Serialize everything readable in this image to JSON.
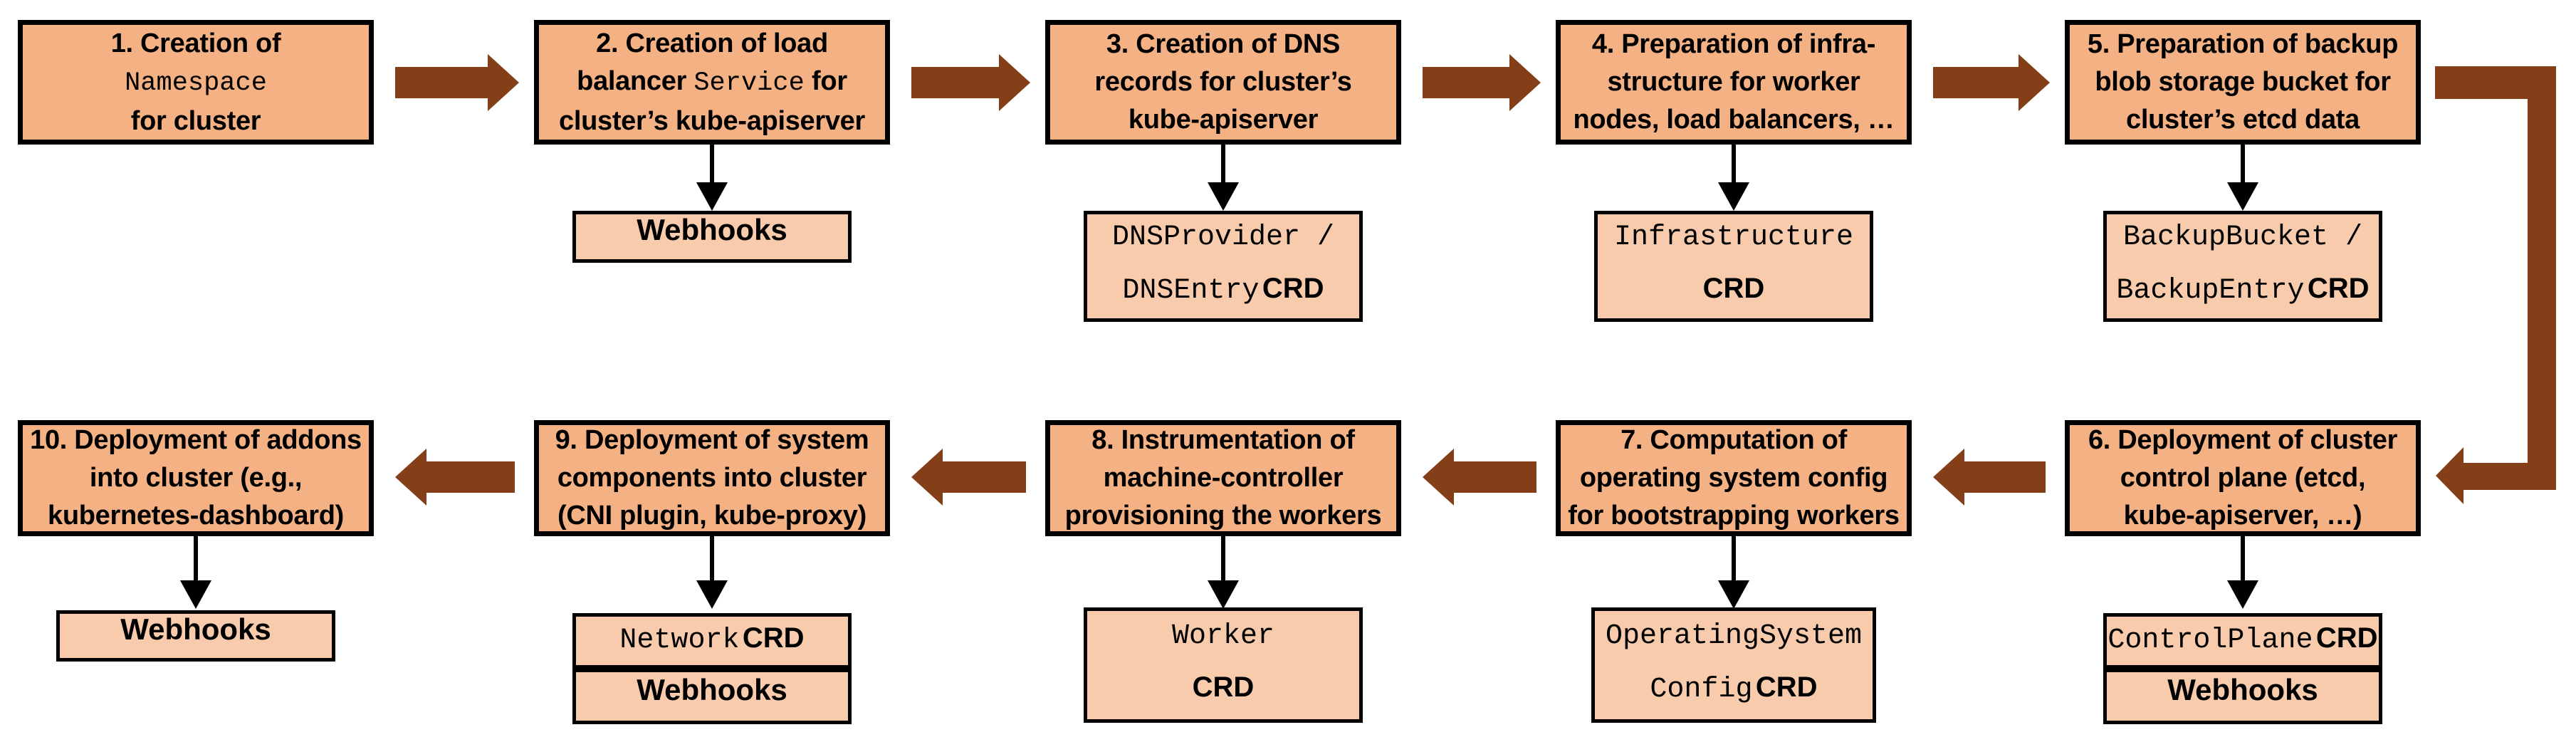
{
  "colors": {
    "main_box_fill": "#F4B183",
    "sub_box_fill": "#F8CBAD",
    "arrow": "#843F18",
    "border": "#000000"
  },
  "steps": [
    {
      "lines": [
        {
          "pre": "1. Creation of"
        },
        {
          "code": "Namespace"
        },
        {
          "pre": "for cluster"
        }
      ],
      "sub_boxes": []
    },
    {
      "lines": [
        {
          "pre": "2. Creation of load"
        },
        {
          "pre": "balancer",
          "code": "Service",
          "post": "for"
        },
        {
          "pre": "cluster’s kube-apiserver"
        }
      ],
      "sub_boxes": [
        {
          "lines": [
            {
              "label": "Webhooks"
            }
          ]
        }
      ]
    },
    {
      "lines": [
        {
          "pre": "3. Creation of DNS"
        },
        {
          "pre": "records for cluster’s"
        },
        {
          "pre": "kube-apiserver"
        }
      ],
      "sub_boxes": [
        {
          "lines": [
            {
              "code": "DNSProvider /"
            },
            {
              "code": "DNSEntry",
              "crd": "CRD"
            }
          ]
        }
      ]
    },
    {
      "lines": [
        {
          "pre": "4. Preparation of infra-"
        },
        {
          "pre": "structure for worker"
        },
        {
          "pre": "nodes, load balancers, …"
        }
      ],
      "sub_boxes": [
        {
          "lines": [
            {
              "code": "Infrastructure"
            },
            {
              "crd": "CRD"
            }
          ]
        }
      ]
    },
    {
      "lines": [
        {
          "pre": "5. Preparation of backup"
        },
        {
          "pre": "blob storage bucket for"
        },
        {
          "pre": "cluster’s etcd data"
        }
      ],
      "sub_boxes": [
        {
          "lines": [
            {
              "code": "BackupBucket /"
            },
            {
              "code": "BackupEntry",
              "crd": "CRD"
            }
          ]
        }
      ]
    },
    {
      "lines": [
        {
          "pre": "6. Deployment of cluster"
        },
        {
          "pre": "control plane (etcd,"
        },
        {
          "pre": "kube-apiserver, …)"
        }
      ],
      "sub_boxes": [
        {
          "lines": [
            {
              "code": "ControlPlane",
              "crd": "CRD"
            }
          ]
        },
        {
          "lines": [
            {
              "label": "Webhooks"
            }
          ]
        }
      ]
    },
    {
      "lines": [
        {
          "pre": "7. Computation of"
        },
        {
          "pre": "operating system config"
        },
        {
          "pre": "for bootstrapping workers"
        }
      ],
      "sub_boxes": [
        {
          "lines": [
            {
              "code": "OperatingSystem"
            },
            {
              "code": "Config",
              "crd": "CRD"
            }
          ]
        }
      ]
    },
    {
      "lines": [
        {
          "pre": "8. Instrumentation of"
        },
        {
          "pre": "machine-controller"
        },
        {
          "pre": "provisioning the workers"
        }
      ],
      "sub_boxes": [
        {
          "lines": [
            {
              "code": "Worker"
            },
            {
              "crd": "CRD"
            }
          ]
        }
      ]
    },
    {
      "lines": [
        {
          "pre": "9. Deployment of system"
        },
        {
          "pre": "components into cluster"
        },
        {
          "pre": "(CNI plugin, kube-proxy)"
        }
      ],
      "sub_boxes": [
        {
          "lines": [
            {
              "code": "Network",
              "crd": "CRD"
            }
          ]
        },
        {
          "lines": [
            {
              "label": "Webhooks"
            }
          ]
        }
      ]
    },
    {
      "lines": [
        {
          "pre": "10. Deployment of addons"
        },
        {
          "pre": "into cluster (e.g.,"
        },
        {
          "pre": "kubernetes-dashboard)"
        }
      ],
      "sub_boxes": [
        {
          "lines": [
            {
              "label": "Webhooks"
            }
          ]
        }
      ]
    }
  ]
}
